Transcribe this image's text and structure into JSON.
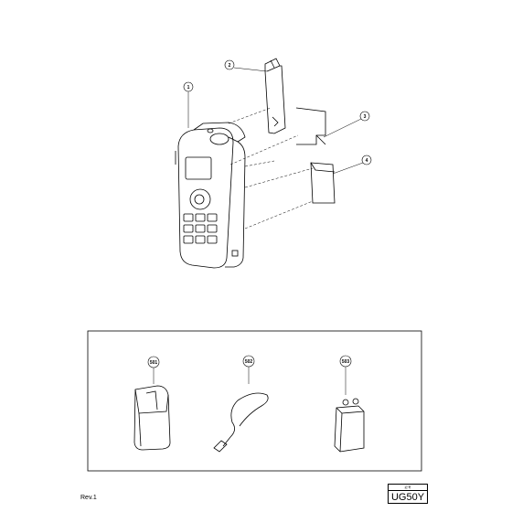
{
  "callouts": {
    "c1": "1",
    "c2": "2",
    "c3": "3",
    "c4": "4",
    "c501": "501",
    "c502": "502",
    "c503": "503"
  },
  "footer": {
    "revision": "Rev.1",
    "model_header": "記 号",
    "model": "UG50Y"
  }
}
